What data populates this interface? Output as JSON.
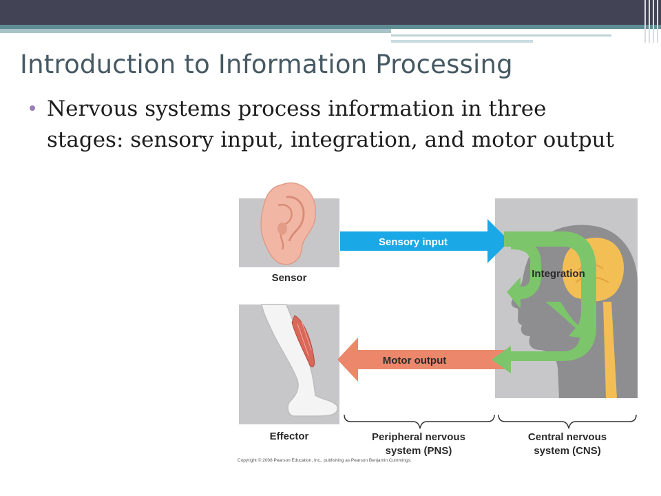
{
  "slide": {
    "title": "Introduction to Information Processing",
    "bullet": "Nervous systems process information in three stages: sensory input, integration, and motor output"
  },
  "diagram": {
    "labels": {
      "sensory_input": "Sensory input",
      "integration": "Integration",
      "motor_output": "Motor output",
      "sensor": "Sensor",
      "effector": "Effector",
      "pns_line1": "Peripheral nervous",
      "pns_line2": "system (PNS)",
      "cns_line1": "Central nervous",
      "cns_line2": "system (CNS)"
    },
    "copyright": "Copyright © 2008 Pearson Education, Inc., publishing as Pearson Benjamin Cummings.",
    "colors": {
      "sensory_arrow": "#1aa8e6",
      "motor_arrow": "#ec876b",
      "integration_arrow": "#7cc56b",
      "panel_gray": "#c7c7c9",
      "head_gray": "#8e8e90",
      "brain_yellow": "#f3bf55"
    },
    "icons": [
      "ear-icon",
      "leg-icon",
      "head-icon"
    ]
  }
}
